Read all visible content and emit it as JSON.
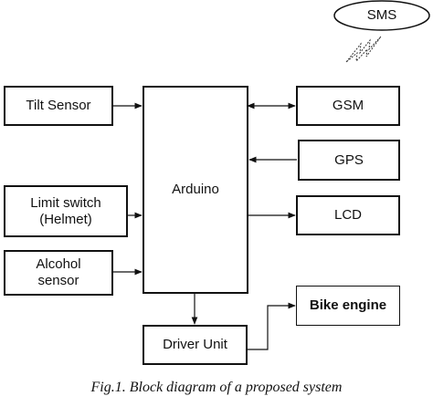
{
  "diagram": {
    "nodes": {
      "tilt_sensor": "Tilt Sensor",
      "limit_switch": "Limit switch\n(Helmet)",
      "alcohol_sensor": "Alcohol\nsensor",
      "arduino": "Arduino",
      "gsm": "GSM",
      "gps": "GPS",
      "lcd": "LCD",
      "sms": "SMS",
      "driver_unit": "Driver Unit",
      "bike_engine": "Bike engine"
    },
    "edges": [
      {
        "from": "Tilt Sensor",
        "to": "Arduino"
      },
      {
        "from": "Limit switch (Helmet)",
        "to": "Arduino"
      },
      {
        "from": "Alcohol sensor",
        "to": "Arduino"
      },
      {
        "from": "Arduino",
        "to": "GSM",
        "bidirectional": true
      },
      {
        "from": "GPS",
        "to": "Arduino"
      },
      {
        "from": "Arduino",
        "to": "LCD"
      },
      {
        "from": "Arduino",
        "to": "Driver Unit"
      },
      {
        "from": "Driver Unit",
        "to": "Bike engine"
      },
      {
        "from": "GSM",
        "to": "SMS",
        "wireless": true
      }
    ],
    "caption": "Fig.1.  Block diagram of a proposed system"
  }
}
